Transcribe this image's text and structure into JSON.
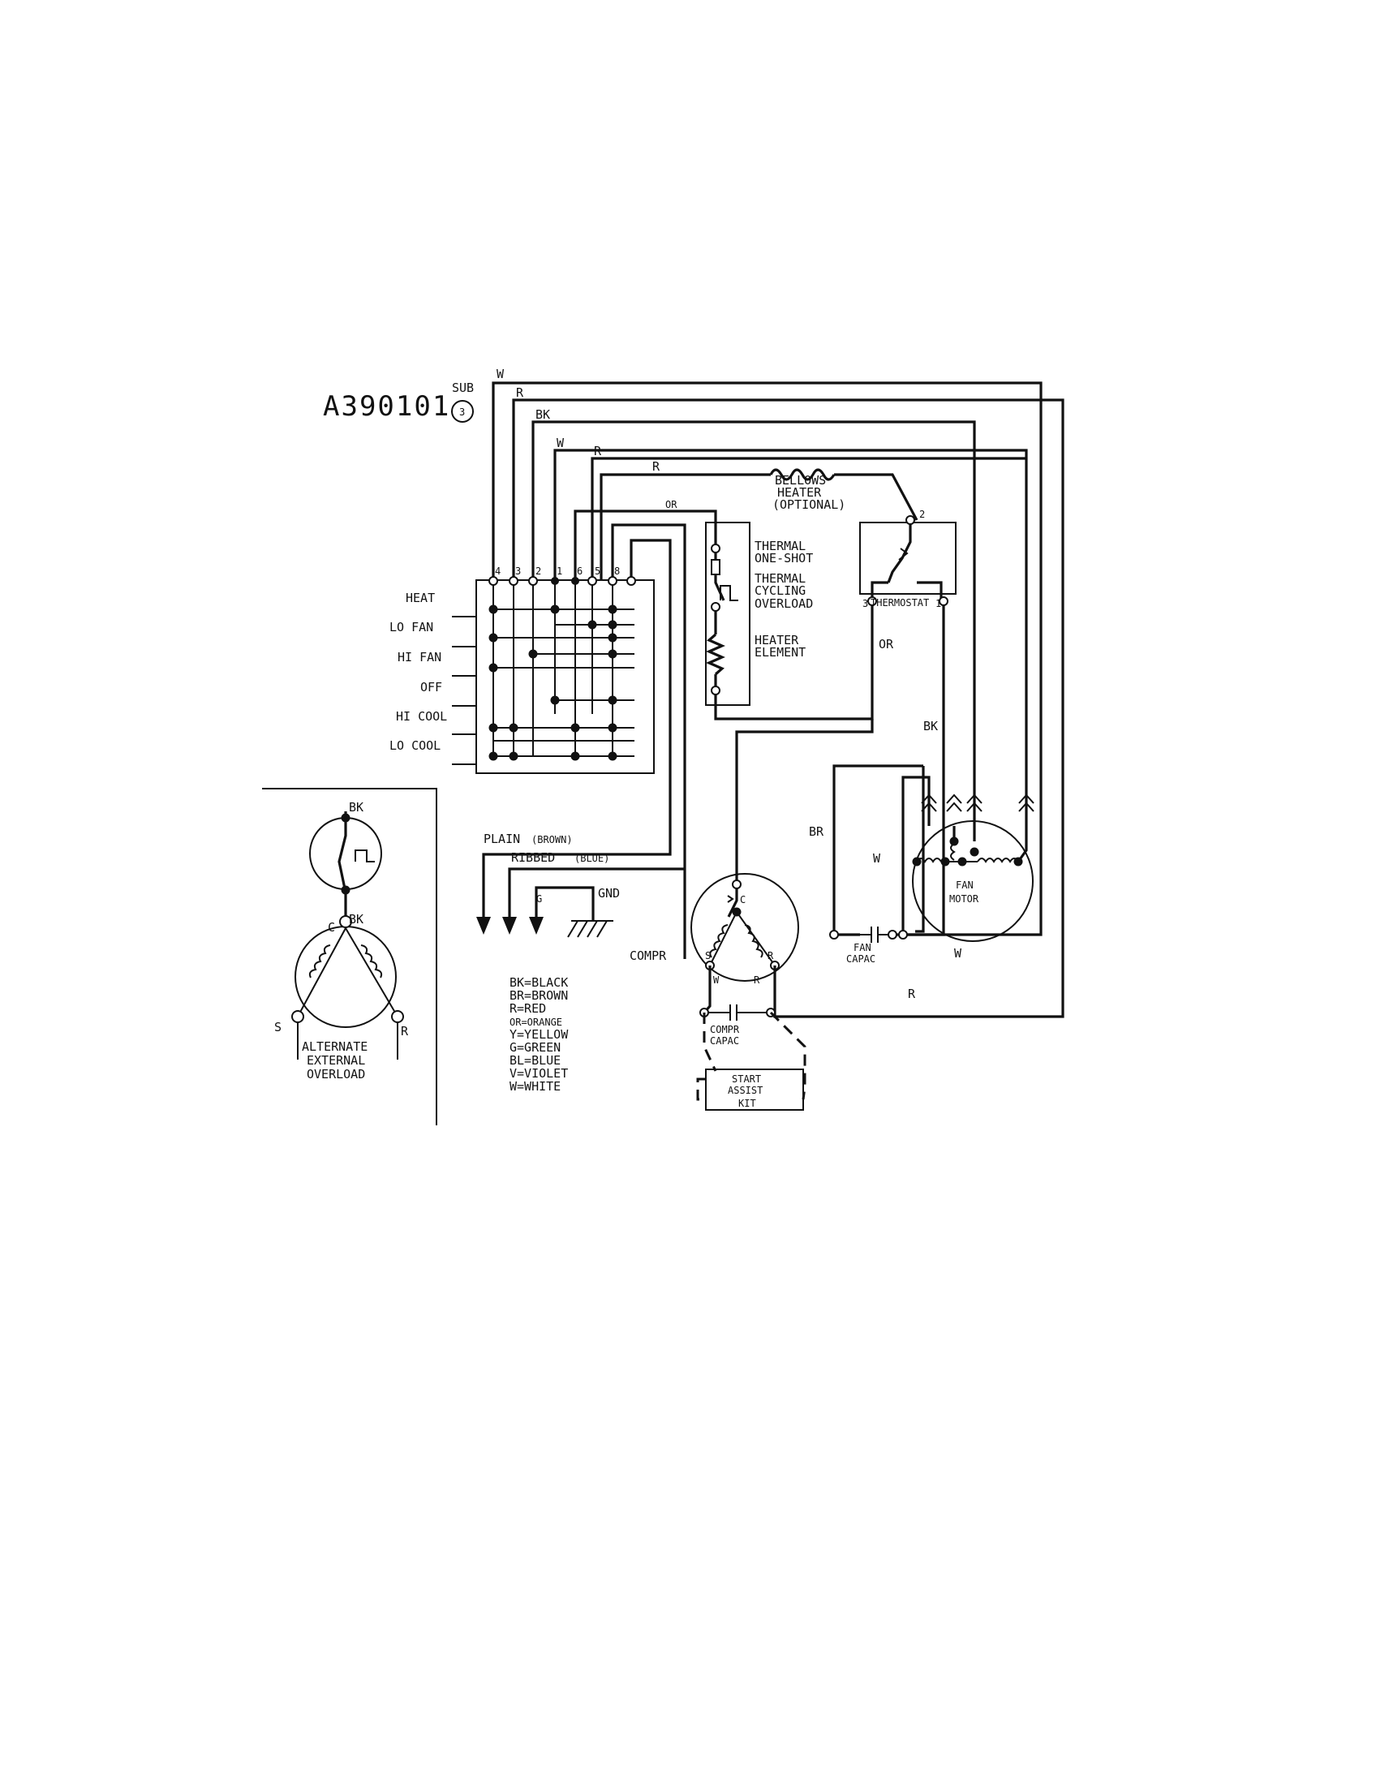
{
  "header": {
    "model": "A390101",
    "sub_label": "SUB",
    "sub_number": "3"
  },
  "wires": {
    "w_top": "W",
    "r_top": "R",
    "bk_top": "BK",
    "w_mid": "W",
    "r_mid": "R",
    "r_bellows": "R",
    "or_top": "OR",
    "or_thermostat": "OR",
    "bk_comp": "BK",
    "br_fan": "BR",
    "w_fan": "W",
    "w_bottom": "W",
    "r_bottom": "R"
  },
  "switch": {
    "positions": [
      "HEAT",
      "LO FAN",
      "HI FAN",
      "OFF",
      "HI COOL",
      "LO COOL"
    ],
    "terminals": [
      "4",
      "3",
      "2",
      "1",
      "6",
      "5",
      "8"
    ]
  },
  "components": {
    "bellows": [
      "BELLOWS",
      "HEATER",
      "(OPTIONAL)"
    ],
    "one_shot": [
      "THERMAL",
      "ONE-SHOT"
    ],
    "cycling": [
      "THERMAL",
      "CYCLING",
      "OVERLOAD"
    ],
    "heater": [
      "HEATER",
      "ELEMENT"
    ],
    "thermostat": "THERMOSTAT",
    "thermostat_pins": [
      "2",
      "3",
      "1"
    ],
    "fan_motor": [
      "FAN",
      "MOTOR"
    ],
    "fan_capac": [
      "FAN",
      "CAPAC"
    ],
    "compr": "COMPR",
    "compr_pins": [
      "C",
      "S",
      "R",
      "W",
      "R"
    ],
    "compr_capac": [
      "COMPR",
      "CAPAC"
    ],
    "start_assist": [
      "START",
      "ASSIST",
      "KIT"
    ]
  },
  "power": {
    "plain": "PLAIN",
    "plain_color": "(BROWN)",
    "ribbed": "RIBBED",
    "ribbed_color": "(BLUE)",
    "g": "G",
    "gnd": "GND"
  },
  "alternate": {
    "bk_top": "BK",
    "bk_bottom": "BK",
    "c": "C",
    "s": "S",
    "r": "R",
    "caption": [
      "ALTERNATE",
      "EXTERNAL",
      "OVERLOAD"
    ]
  },
  "legend": [
    "BK=BLACK",
    "BR=BROWN",
    "R=RED",
    "OR=ORANGE",
    "Y=YELLOW",
    "G=GREEN",
    "BL=BLUE",
    "V=VIOLET",
    "W=WHITE"
  ]
}
